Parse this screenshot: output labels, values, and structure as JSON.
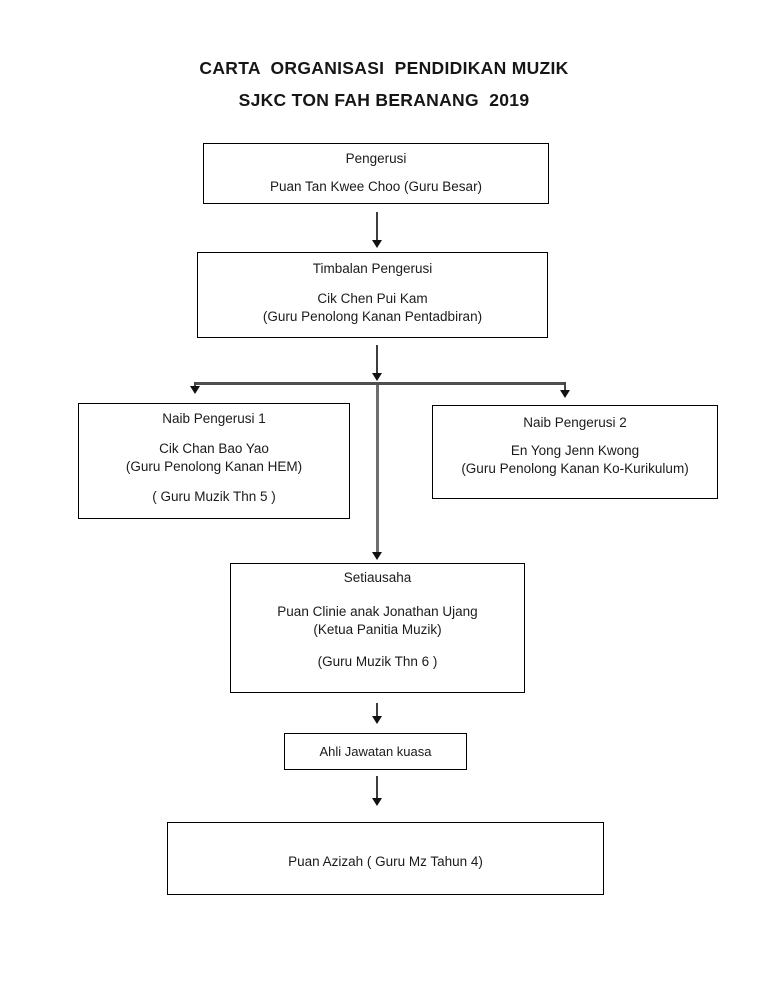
{
  "title": {
    "line1": "CARTA  ORGANISASI  PENDIDIKAN MUZIK",
    "line2": "SJKC TON FAH BERANANG  2019"
  },
  "diagram": {
    "type": "organization-chart"
  },
  "nodes": {
    "pengerusi": {
      "lines": [
        "Pengerusi",
        "Puan Tan Kwee Choo (Guru Besar)"
      ]
    },
    "timbalan": {
      "lines": [
        "Timbalan Pengerusi",
        "Cik Chen Pui Kam",
        "(Guru Penolong Kanan Pentadbiran)"
      ]
    },
    "naib1": {
      "lines": [
        "Naib Pengerusi 1",
        "Cik Chan Bao Yao",
        "(Guru Penolong Kanan HEM)",
        "( Guru Muzik Thn 5 )"
      ]
    },
    "naib2": {
      "lines": [
        "Naib Pengerusi 2",
        "En Yong Jenn Kwong",
        "(Guru Penolong Kanan Ko-Kurikulum)"
      ]
    },
    "setiausaha": {
      "lines": [
        "Setiausaha",
        "Puan Clinie anak Jonathan Ujang",
        "(Ketua Panitia Muzik)",
        "(Guru Muzik Thn 6 )"
      ]
    },
    "ajk": {
      "lines": [
        "Ahli Jawatan kuasa"
      ]
    },
    "ahli": {
      "lines": [
        "Puan Azizah ( Guru Mz Tahun 4)"
      ]
    }
  },
  "colors": {
    "background": "#ffffff",
    "box_border": "#000000",
    "text": "#1b1b1b",
    "connector_dark": "#3d3d3d",
    "connector_gray": "#4f4f4f",
    "connector_light": "#6e6e6e"
  }
}
